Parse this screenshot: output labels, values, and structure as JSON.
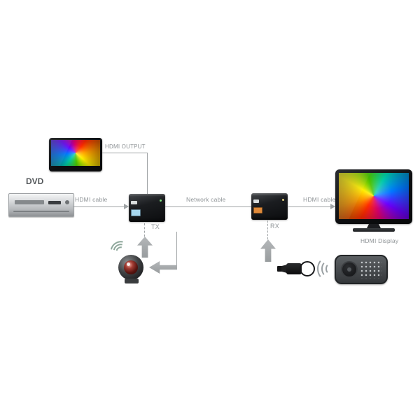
{
  "labels": {
    "hdmi_output": "HDMI OUTPUT",
    "dvd": "DVD",
    "hdmi_cable_left": "HDMI cable",
    "network_cable": "Network cable",
    "hdmi_cable_right": "HDMI cable",
    "tx": "TX",
    "rx": "RX",
    "hdmi_display": "HDMI Display"
  },
  "icons": {
    "local_monitor": "small-tv-monitor-icon",
    "dvd_player": "dvd-player-icon",
    "tx_box": "hdmi-extender-transmitter-icon",
    "rx_box": "hdmi-extender-receiver-icon",
    "ir_emitter": "ir-emitter-eye-icon",
    "ir_emitter_signal": "wireless-signal-icon",
    "ir_receiver": "ir-receiver-plug-icon",
    "remote_control": "remote-control-icon",
    "remote_signal": "wireless-signal-icon",
    "display_tv": "tv-display-icon"
  },
  "colors": {
    "background": "#ffffff",
    "connector_line": "#a0a4a6",
    "label_text": "#8e9396",
    "dvd_label_text": "#54585b",
    "block_arrow": "#a6aaac",
    "device_black": "#121316",
    "tx_port_blue": "#a8d8ef",
    "rx_port_orange": "#e08a3a",
    "ir_eye_red": "#a33c33"
  }
}
